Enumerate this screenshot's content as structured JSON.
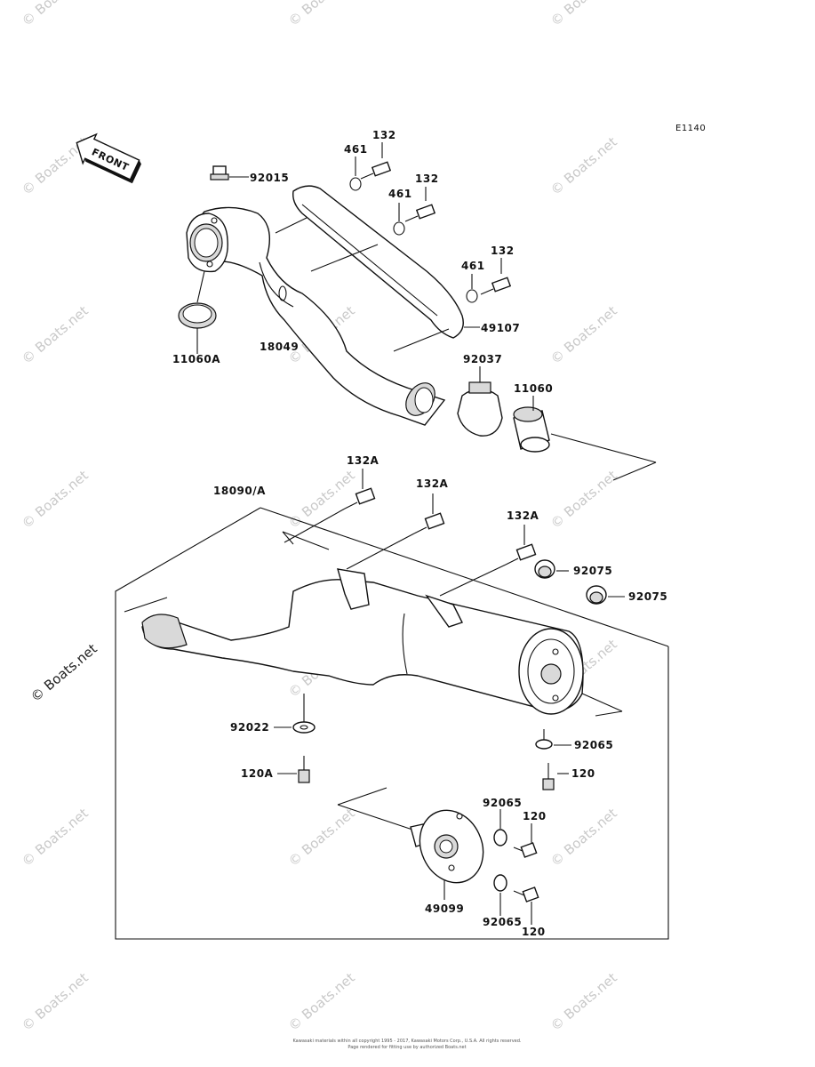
{
  "diagram_code": "E1140",
  "front_label": "FRONT",
  "footer": {
    "line1": "Kawasaki materials within all copyright 1995 - 2017, Kawasaki Motors Corp., U.S.A. All rights reserved.",
    "line2": "Page rendered for fitting use by authorized Boats.net"
  },
  "watermark": "© Boats.net",
  "part_labels": [
    {
      "id": "92015"
    },
    {
      "id": "461a",
      "text": "461"
    },
    {
      "id": "132a",
      "text": "132"
    },
    {
      "id": "461b",
      "text": "461"
    },
    {
      "id": "132b",
      "text": "132"
    },
    {
      "id": "461c",
      "text": "461"
    },
    {
      "id": "132c",
      "text": "132"
    },
    {
      "id": "49107"
    },
    {
      "id": "11060A"
    },
    {
      "id": "18049"
    },
    {
      "id": "92037"
    },
    {
      "id": "11060"
    },
    {
      "id": "132A_1",
      "text": "132A"
    },
    {
      "id": "18090A",
      "text": "18090/A"
    },
    {
      "id": "132A_2",
      "text": "132A"
    },
    {
      "id": "132A_3",
      "text": "132A"
    },
    {
      "id": "92075a",
      "text": "92075"
    },
    {
      "id": "92075b",
      "text": "92075"
    },
    {
      "id": "92022"
    },
    {
      "id": "92065a",
      "text": "92065"
    },
    {
      "id": "120a",
      "text": "120"
    },
    {
      "id": "120A"
    },
    {
      "id": "92065b",
      "text": "92065"
    },
    {
      "id": "120b",
      "text": "120"
    },
    {
      "id": "49099"
    },
    {
      "id": "92065c",
      "text": "92065"
    },
    {
      "id": "120c",
      "text": "120"
    }
  ]
}
